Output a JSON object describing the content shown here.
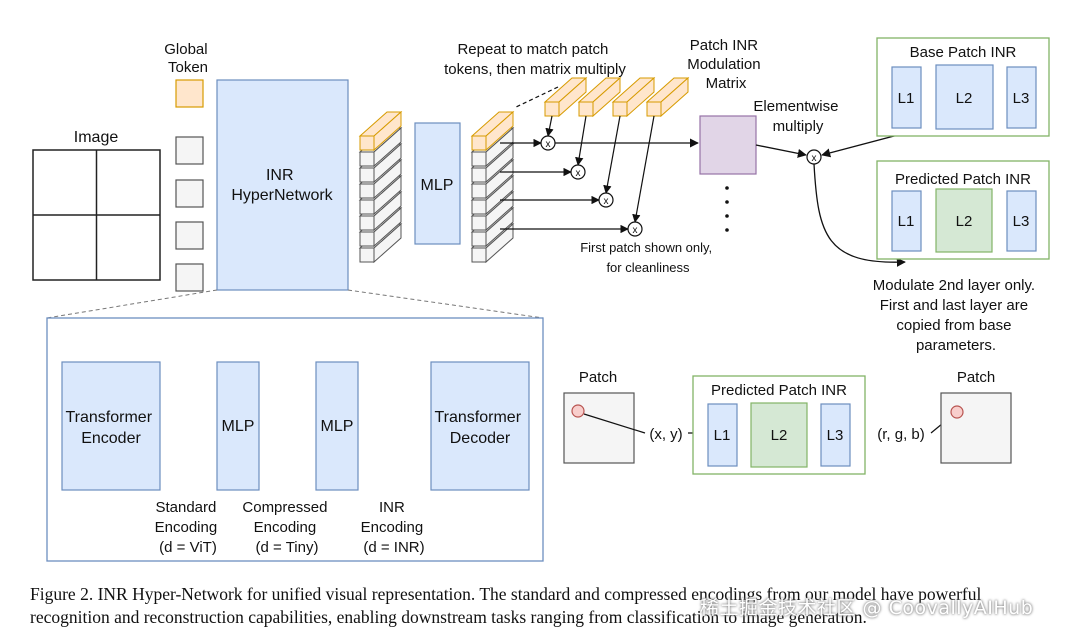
{
  "labels": {
    "image": "Image",
    "global_token": [
      "Global",
      "Token"
    ],
    "hypernet": [
      "INR",
      "HyperNetwork"
    ],
    "mlp": "MLP",
    "repeat": [
      "Repeat to match patch",
      "tokens, then matrix multiply"
    ],
    "modulation": [
      "Patch INR",
      "Modulation",
      "Matrix"
    ],
    "elementwise": [
      "Elementwise",
      "multiply"
    ],
    "first_patch": [
      "First patch shown only,",
      "for cleanliness"
    ],
    "base_inr": "Base Patch INR",
    "predicted_inr": "Predicted Patch INR",
    "l1": "L1",
    "l2": "L2",
    "l3": "L3",
    "modulate_note": [
      "Modulate 2nd layer only.",
      "First and last layer are",
      "copied from base",
      "parameters."
    ],
    "times": "x",
    "transformer_encoder": [
      "Transformer",
      "Encoder"
    ],
    "transformer_decoder": [
      "Transformer",
      "Decoder"
    ],
    "standard_encoding": [
      "Standard",
      "Encoding",
      "(d = ViT)"
    ],
    "compressed_encoding": [
      "Compressed",
      "Encoding",
      "(d = Tiny)"
    ],
    "inr_encoding": [
      "INR",
      "Encoding",
      "(d = INR)"
    ],
    "patch": "Patch",
    "xy": "(x, y)",
    "rgb": "(r, g, b)"
  },
  "caption": [
    "Figure 2. INR Hyper-Network for unified visual representation. The standard and compressed encodings from our model have powerful",
    "recognition and reconstruction capabilities, enabling downstream tasks ranging from classification to image generation."
  ],
  "watermark": "稀土掘金技术社区 @ CoovallyAIHub",
  "colors": {
    "blue_fill": "#dae8fc",
    "blue_stroke": "#6c8ebf",
    "orange_fill": "#ffe6cc",
    "orange_stroke": "#d79b00",
    "gray_fill": "#f5f5f5",
    "gray_stroke": "#555555",
    "green_fill": "#d5e8d4",
    "green_stroke": "#82b366",
    "purple_fill": "#e1d5e7",
    "purple_stroke": "#9673a6",
    "patch_dot": "#f8cecc",
    "patch_dot_stroke": "#b85450"
  }
}
